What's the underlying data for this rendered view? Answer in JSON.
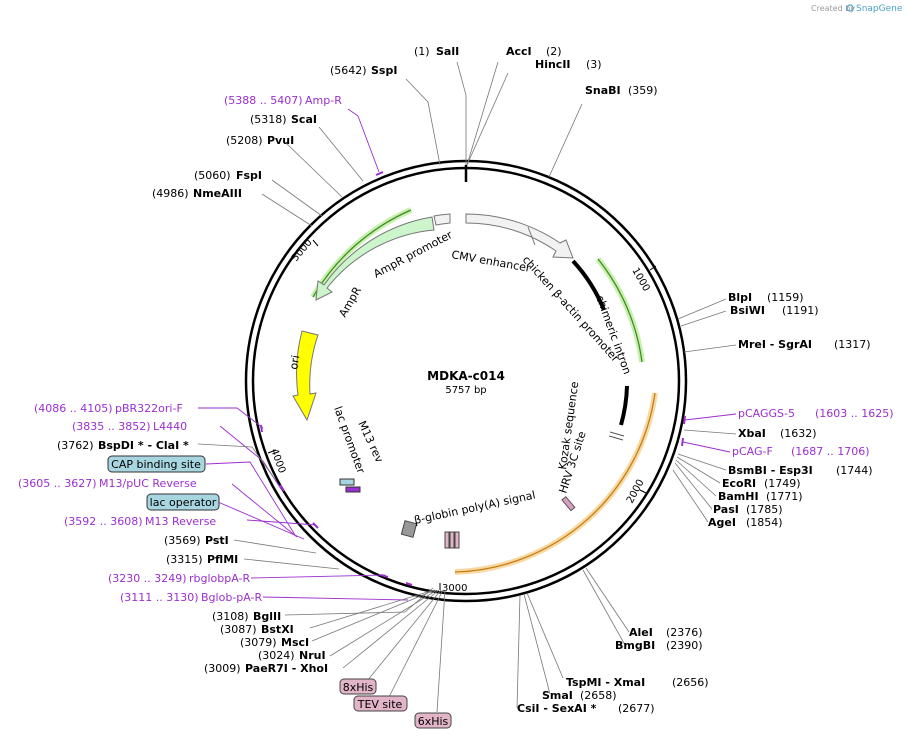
{
  "credit": "Created by",
  "brand": "SnapGene",
  "plasmid": {
    "name": "MDKA-c014",
    "length_label": "5757 bp"
  },
  "ticks": [
    "1000",
    "2000",
    "3000",
    "4000",
    "5000"
  ],
  "features": {
    "cmv_enhancer": "CMV enhancer",
    "chicken_promoter": "chicken β-actin promoter",
    "chimeric_intron": "chimeric intron",
    "kozak": "Kozak sequence",
    "hrv": "HRV 3C site",
    "globin": "β-globin poly(A) signal",
    "ampr_promoter": "AmpR promoter",
    "ampr": "AmpR",
    "ori": "ori",
    "lac_promoter": "lac promoter",
    "m13rev": "M13 rev"
  },
  "right_sites": [
    {
      "name": "BlpI",
      "pos": "(1159)"
    },
    {
      "name": "BsiWI",
      "pos": "(1191)"
    },
    {
      "name": "MreI  -  SgrAI",
      "pos": "(1317)"
    },
    {
      "name": "XbaI",
      "pos": "(1632)"
    },
    {
      "name": "BsmBI  -  Esp3I",
      "pos": "(1744)"
    },
    {
      "name": "EcoRI",
      "pos": "(1749)"
    },
    {
      "name": "BamHI",
      "pos": "(1771)"
    },
    {
      "name": "PasI",
      "pos": "(1785)"
    },
    {
      "name": "AgeI",
      "pos": "(1854)"
    },
    {
      "name": "AleI",
      "pos": "(2376)"
    },
    {
      "name": "BmgBI",
      "pos": "(2390)"
    },
    {
      "name": "TspMI  -  XmaI",
      "pos": "(2656)"
    },
    {
      "name": "SmaI",
      "pos": "(2658)"
    },
    {
      "name": "CsiI  -  SexAI *",
      "pos": "(2677)"
    }
  ],
  "right_primers": [
    {
      "name": "pCAGGS-5",
      "range": "(1603 .. 1625)"
    },
    {
      "name": "pCAG-F",
      "range": "(1687 .. 1706)"
    }
  ],
  "top_sites": [
    {
      "name": "SalI",
      "pos": "(1)"
    },
    {
      "name": "AccI",
      "pos": "(2)"
    },
    {
      "name": "HincII",
      "pos": "(3)"
    },
    {
      "name": "SnaBI",
      "pos": "(359)"
    },
    {
      "name": "SspI",
      "pos": "(5642)"
    },
    {
      "name": "ScaI",
      "pos": "(5318)"
    },
    {
      "name": "PvuI",
      "pos": "(5208)"
    },
    {
      "name": "FspI",
      "pos": "(5060)"
    },
    {
      "name": "NmeAIII",
      "pos": "(4986)"
    }
  ],
  "top_primer": {
    "name": "Amp-R",
    "range": "(5388 .. 5407)"
  },
  "left_primers": [
    {
      "name": "pBR322ori-F",
      "range": "(4086 .. 4105)"
    },
    {
      "name": "L4440",
      "range": "(3835 .. 3852)"
    },
    {
      "name": "M13/pUC Reverse",
      "range": "(3605 .. 3627)"
    },
    {
      "name": "M13 Reverse",
      "range": "(3592 .. 3608)"
    },
    {
      "name": "rbglobpA-R",
      "range": "(3230 .. 3249)"
    },
    {
      "name": "Bglob-pA-R",
      "range": "(3111 .. 3130)"
    }
  ],
  "left_sites": [
    {
      "name": "BspDI *  -  ClaI *",
      "pos": "(3762)"
    },
    {
      "name": "PstI",
      "pos": "(3569)"
    },
    {
      "name": "PflMI",
      "pos": "(3315)"
    },
    {
      "name": "BglII",
      "pos": "(3108)"
    },
    {
      "name": "BstXI",
      "pos": "(3087)"
    },
    {
      "name": "MscI",
      "pos": "(3079)"
    },
    {
      "name": "NruI",
      "pos": "(3024)"
    },
    {
      "name": "PaeR7I  -  XhoI",
      "pos": "(3009)"
    }
  ],
  "boxes": {
    "cap": "CAP binding site",
    "lacop": "lac operator",
    "his8": "8xHis",
    "tev": "TEV site",
    "his6": "6xHis"
  },
  "colors": {
    "grey_feature": "#f2f2f2",
    "green_feature": "#ccf5cc",
    "ori": "#ffff00",
    "orange_highlight": "#f7d9a4",
    "green_highlight": "#c8efb0",
    "primer": "#9b2fd0",
    "box_blue": "#a8d6e0",
    "box_pink": "#e2b4c8"
  }
}
